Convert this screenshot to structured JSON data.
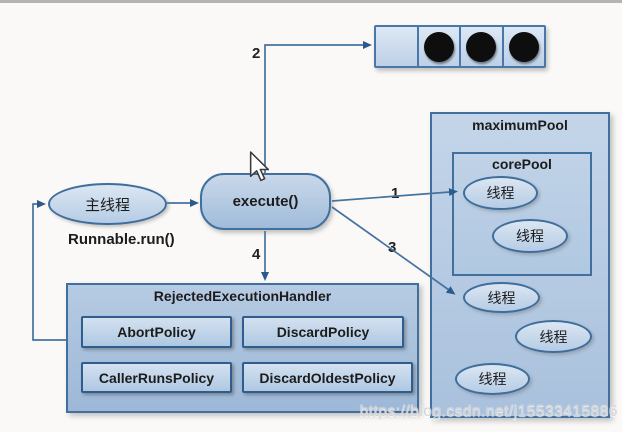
{
  "diagram": {
    "main_thread_label": "主线程",
    "runnable_label": "Runnable.run()",
    "execute_label": "execute()",
    "queue": {
      "cell_count": 4,
      "filled_count": 3
    },
    "maximum_pool_title": "maximumPool",
    "core_pool_title": "corePool",
    "core_threads": [
      "线程",
      "线程"
    ],
    "pool_threads": [
      "线程",
      "线程",
      "线程"
    ],
    "handler_title": "RejectedExecutionHandler",
    "policies": [
      "AbortPolicy",
      "DiscardPolicy",
      "CallerRunsPolicy",
      "DiscardOldestPolicy"
    ],
    "edge_labels": {
      "to_core_pool": "1",
      "to_queue": "2",
      "to_maximum_pool": "3",
      "to_handler": "4"
    },
    "watermark": "https://blog.csdn.net/j15533415886",
    "colors": {
      "node_border": "#41709f",
      "node_fill": "#b6cce5",
      "line": "#46739f",
      "queue_task": "#0e0e0e",
      "background": "#faf9f7"
    }
  }
}
